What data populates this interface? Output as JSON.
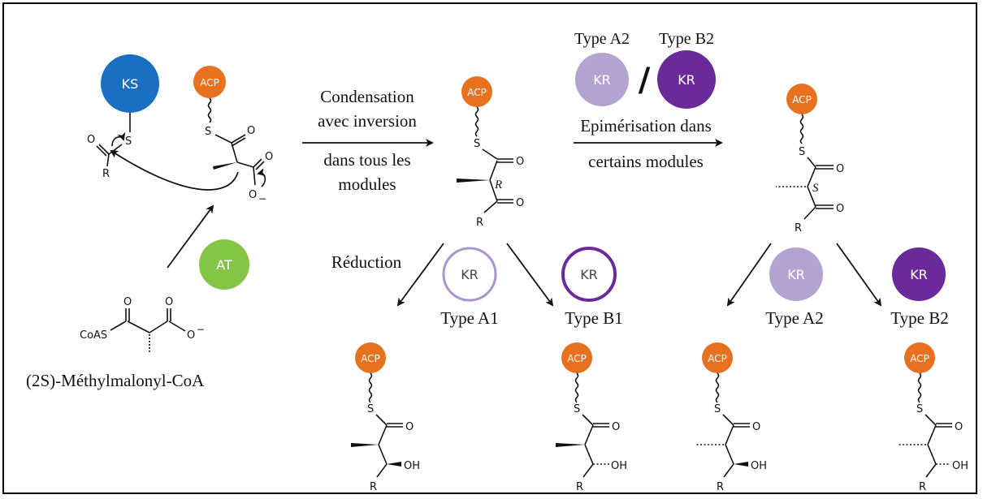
{
  "colors": {
    "ks": "#1a6fc2",
    "acp": "#e8711f",
    "at": "#83c544",
    "kr_light": "#b3a3d1",
    "kr_dark": "#6a2a9a",
    "kr_ring_light": "#a996cc",
    "kr_ring_dark": "#6a2a9a"
  },
  "labels": {
    "ks": "KS",
    "acp": "ACP",
    "at": "AT",
    "kr": "KR",
    "substrate": "(2S)-Méthylmalonyl-CoA",
    "coas": "CoAS",
    "condensation_1": "Condensation",
    "condensation_2": "avec inversion",
    "condensation_3": "dans tous les",
    "condensation_4": "modules",
    "epimerisation_1": "Epimérisation dans",
    "epimerisation_2": "certains modules",
    "reduction": "Réduction",
    "type_a1": "Type A1",
    "type_b1": "Type B1",
    "type_a2": "Type A2",
    "type_b2": "Type B2",
    "slash": "/",
    "stereo_r": "R",
    "stereo_s": "S",
    "atom_o": "O",
    "atom_s": "S",
    "atom_r": "R",
    "atom_oh": "OH",
    "atom_o_minus": "O",
    "charge_minus": "−"
  }
}
